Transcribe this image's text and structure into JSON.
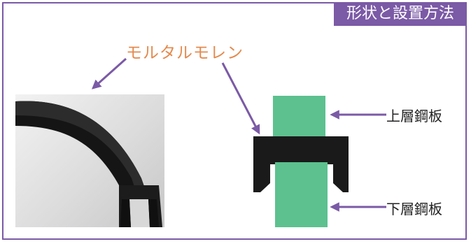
{
  "title_badge": "形状と設置方法",
  "product_label": "モルタルモレン",
  "upper_plate_label": "上層鋼板",
  "lower_plate_label": "下層鋼板",
  "colors": {
    "frame": "#7b5aa6",
    "badge_bg": "#7b5aa6",
    "product_label": "#e48a4e",
    "steel_plate": "#5cc18f",
    "gasket": "#1a1a1a",
    "arrow": "#7b5aa6"
  }
}
